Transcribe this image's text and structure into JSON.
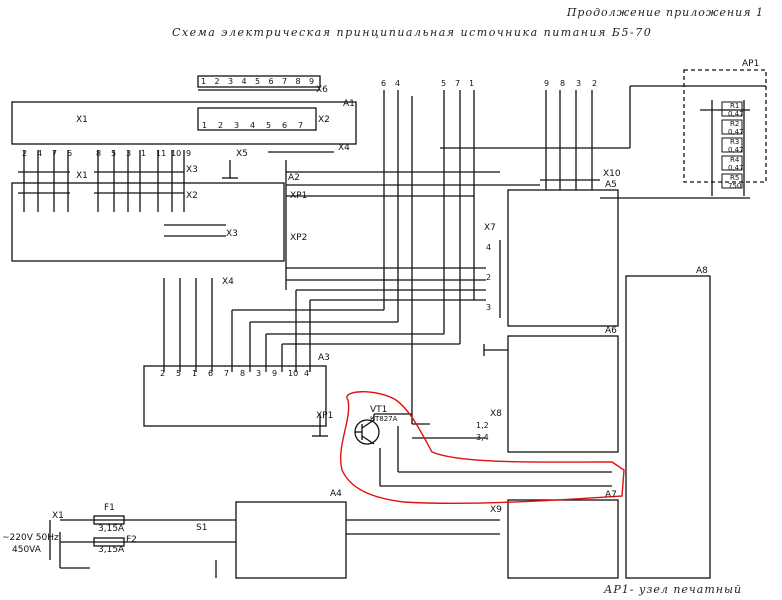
{
  "header": {
    "continuation": "Продолжение приложения 1",
    "title": "Схема электрическая принципиальная источника питания Б5-70"
  },
  "footer": {
    "note": "АР1- узел печатный"
  },
  "power_input": {
    "x_label": "X1",
    "mains": "~220V 50Hz",
    "power": "450VA",
    "fuse1_name": "F1",
    "fuse1_rating": "3,15А",
    "fuse2_name": "F2",
    "fuse2_rating": "3,15А",
    "switch": "S1"
  },
  "blocks": {
    "a1": "A1",
    "a2": "A2",
    "a3": "A3",
    "a4": "A4",
    "a5": "A5",
    "a6": "A6",
    "a7": "A7",
    "a8": "A8",
    "ap1": "AP1"
  },
  "transistor": {
    "ref": "VT1",
    "type": "КТ827А"
  },
  "connectors": {
    "x1": "X1",
    "x2": "X2",
    "x3": "X3",
    "x4": "X4",
    "x5": "X5",
    "x6": "X6",
    "x7": "X7",
    "x8": "X8",
    "x9": "X9",
    "x10": "X10",
    "xp1": "XP1",
    "xp2": "XP2"
  },
  "ap1_resistors": [
    "R1",
    "R2",
    "R3",
    "R4",
    "R5"
  ],
  "ap1_values": [
    "0,47",
    "0,47",
    "0,47",
    "0,47",
    "750"
  ],
  "x6_pins": [
    "1",
    "2",
    "3",
    "4",
    "5",
    "6",
    "7",
    "8",
    "9"
  ],
  "top_bus_left": [
    "6",
    "4"
  ],
  "top_bus_mid": [
    "5",
    "7",
    "1"
  ],
  "top_bus_right": [
    "9",
    "8",
    "3",
    "2"
  ],
  "x3_a1_pins": [
    "1",
    "2",
    "3",
    "4",
    "5",
    "6",
    "7"
  ],
  "a1_left_pins": [
    "2",
    "4",
    "7",
    "6"
  ],
  "a1_mid_pins": [
    "8",
    "5",
    "3",
    "1",
    "11",
    "10",
    "9"
  ],
  "a3_pins": [
    "2",
    "5",
    "1",
    "6",
    "7",
    "8",
    "3",
    "9",
    "10",
    "4"
  ],
  "a5_x7_pins": [
    "4",
    "2",
    "3"
  ],
  "x8_pins": [
    "1,2",
    "3,4"
  ],
  "highlight": {
    "color": "#e01010"
  }
}
